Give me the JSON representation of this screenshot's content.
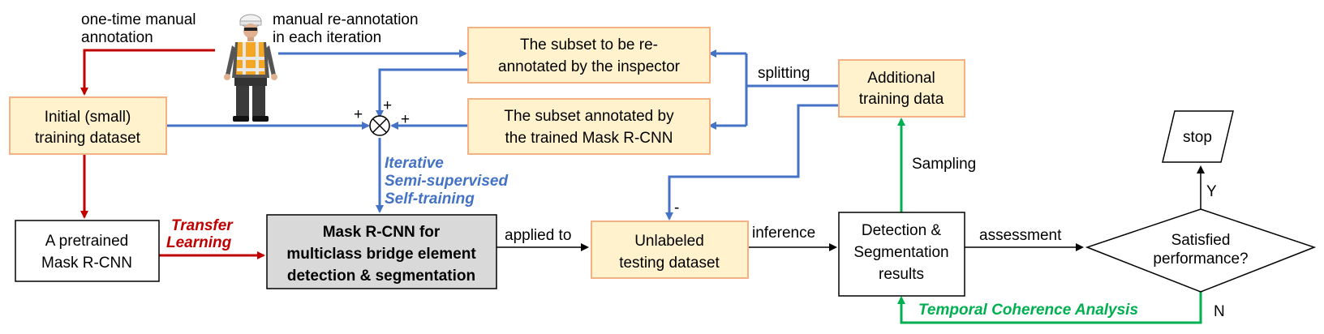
{
  "colors": {
    "yellow_fill": "#fff2cc",
    "yellow_stroke": "#f4b183",
    "gray_fill": "#d9d9d9",
    "blue": "#4472c4",
    "red": "#c00000",
    "green": "#00b050"
  },
  "boxes": {
    "initial": [
      "Initial (small)",
      "training dataset"
    ],
    "pretrained": [
      "A pretrained",
      "Mask R-CNN"
    ],
    "maskrcnn": [
      "Mask R-CNN for",
      "multiclass bridge element",
      "detection & segmentation"
    ],
    "reannotate": [
      "The subset to be re-",
      "annotated by the inspector"
    ],
    "annotated_by_model": [
      "The subset annotated by",
      "the trained Mask R-CNN"
    ],
    "additional": [
      "Additional",
      "training data"
    ],
    "unlabeled": [
      "Unlabeled",
      "testing dataset"
    ],
    "results": [
      "Detection &",
      "Segmentation",
      "results"
    ],
    "stop": "stop",
    "decision": [
      "Satisfied",
      "performance?"
    ]
  },
  "labels": {
    "one_time": [
      "one-time manual",
      "annotation"
    ],
    "manual_reannotation": [
      "manual re-annotation",
      "in each iteration"
    ],
    "splitting": "splitting",
    "transfer": [
      "Transfer",
      "Learning"
    ],
    "iterative": [
      "Iterative",
      "Semi-supervised",
      "Self-training"
    ],
    "applied_to": "applied to",
    "inference": "inference",
    "sampling": "Sampling",
    "assessment": "assessment",
    "temporal": "Temporal Coherence Analysis",
    "yes": "Y",
    "no": "N",
    "plus": "+",
    "minus": "-"
  },
  "icons": {
    "inspector": "construction-worker-icon",
    "combine": "circled-times-icon"
  }
}
